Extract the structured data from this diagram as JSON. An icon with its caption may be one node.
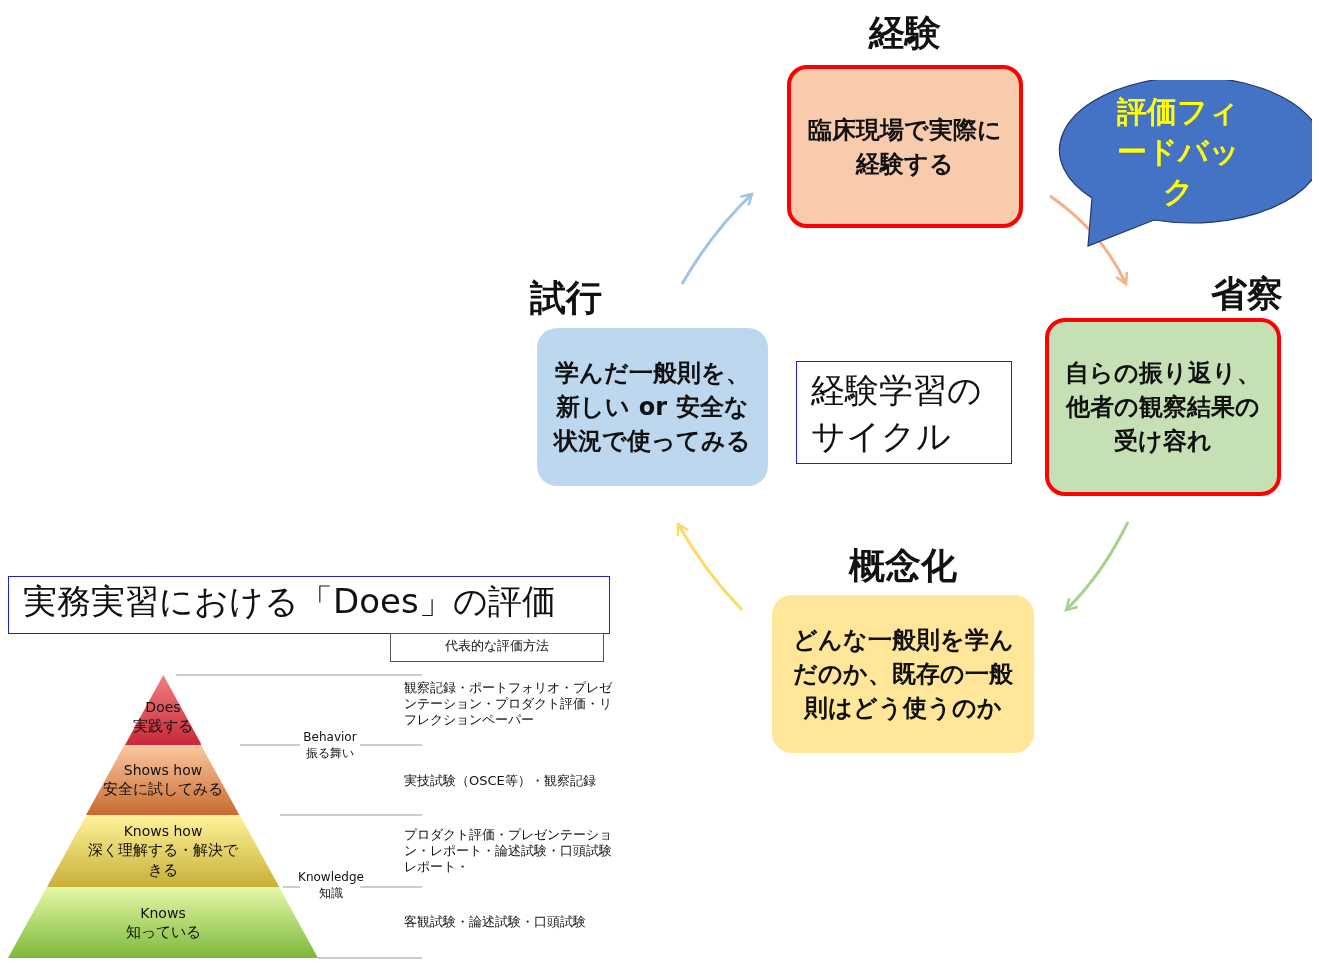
{
  "diagram": {
    "nodes": [
      {
        "text": [
          "経験",
          "臨床現場で実際に経験する"
        ]
      },
      {
        "text": [
          "省察",
          "自らの振り返り、他者の観察結果の受け容れ"
        ]
      },
      {
        "text": [
          "概念化",
          "どんな一般則を学んだのか、既存の一般則はどう使うのか"
        ]
      },
      {
        "text": [
          "試行",
          "学んだ一般則を、新しい or 安全な状況で使ってみる"
        ]
      },
      {
        "text": [
          "経験学習のサイクル"
        ]
      },
      {
        "text": [
          "評価フィードバック"
        ]
      },
      {
        "text": [
          "実務実習における「Does」の評価"
        ]
      },
      {
        "text": [
          "代表的な評価方法"
        ]
      },
      {
        "text": [
          "Does",
          "実践する"
        ]
      },
      {
        "text": [
          "Shows how",
          "安全に試してみる"
        ]
      },
      {
        "text": [
          "Knows how",
          "深く理解する・解決できる"
        ]
      },
      {
        "text": [
          "Knows",
          "知っている"
        ]
      }
    ],
    "edges": [
      {
        "from": 3,
        "to": 0,
        "arrow": "to",
        "color": "#9dc3e6"
      },
      {
        "from": 0,
        "to": 1,
        "arrow": "to",
        "color": "#f4b183"
      },
      {
        "from": 1,
        "to": 2,
        "arrow": "to",
        "color": "#a9d18e"
      },
      {
        "from": 2,
        "to": 3,
        "arrow": "to",
        "color": "#ffd966"
      }
    ],
    "labels": [
      "観察記録・ポートフォリオ・プレゼンテーション・プロダクト評価・リフレクションペーパー",
      "Behavior 振る舞い",
      "実技試験（OSCE等）・観察記録",
      "プロダクト評価・プレゼンテーション・レポート・論述試験・口頭試験レポート・",
      "Knowledge 知識",
      "客観試験・論述試験・口頭試験"
    ]
  }
}
